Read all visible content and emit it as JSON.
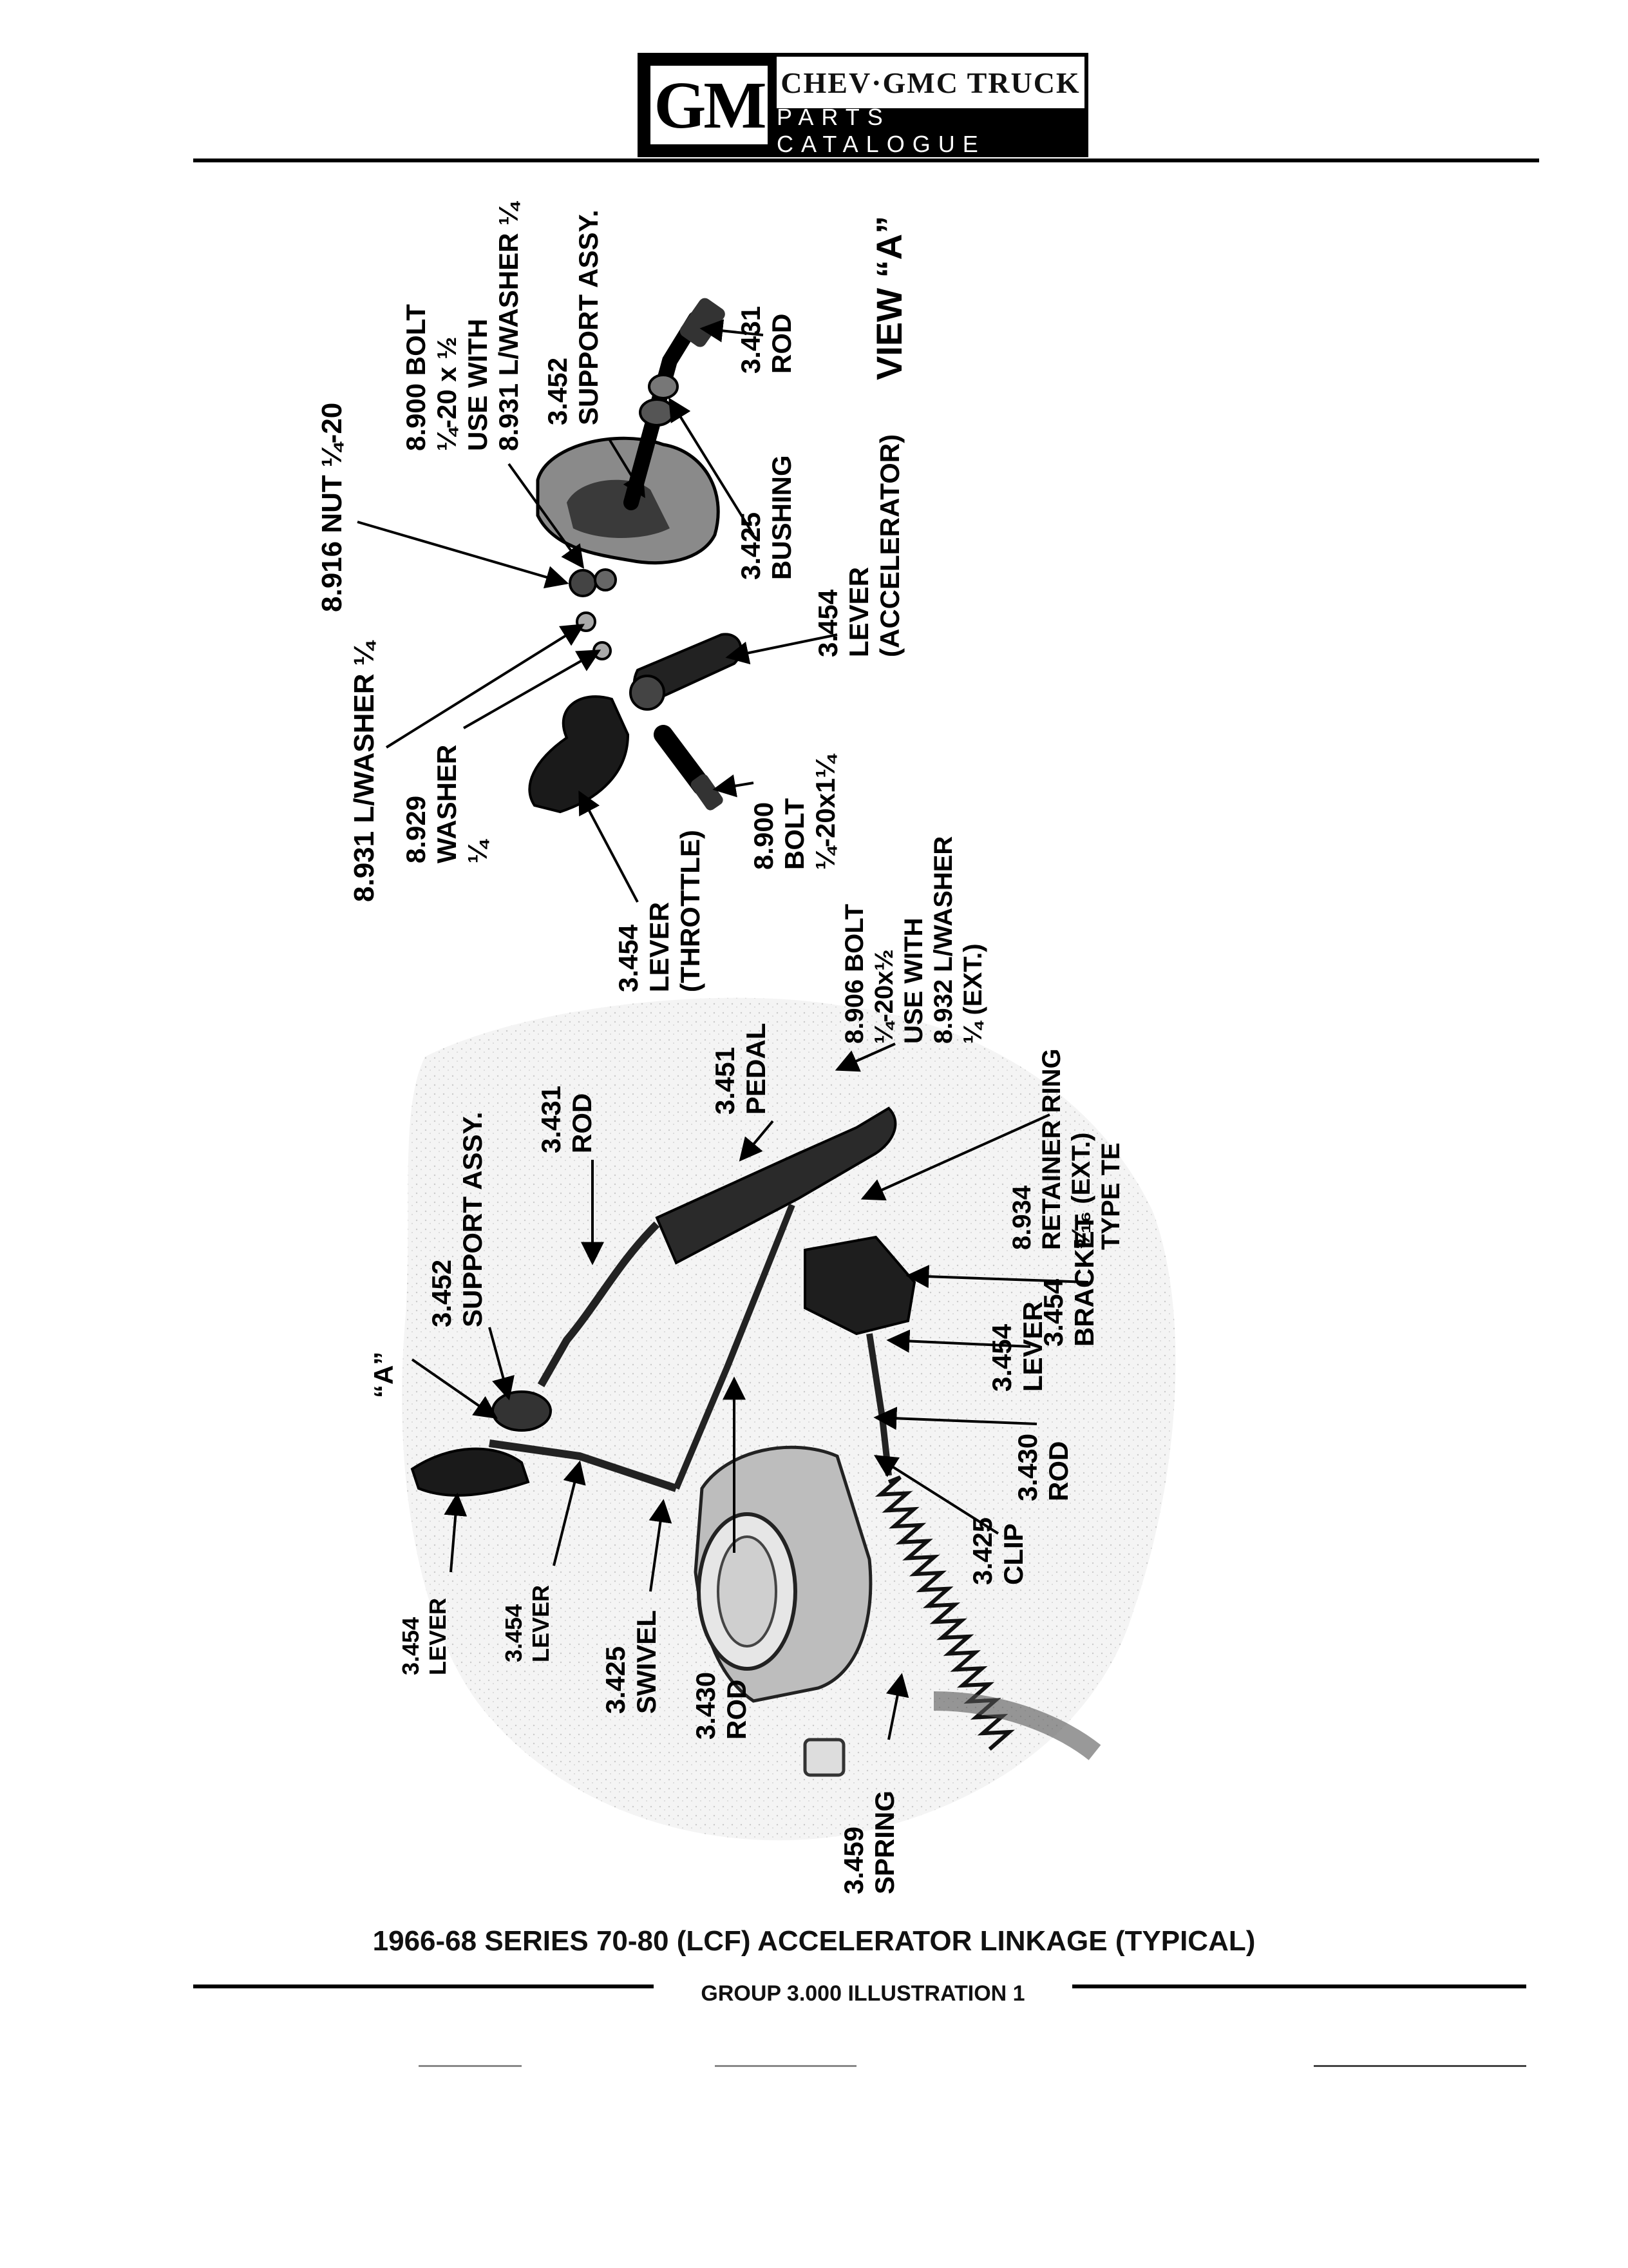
{
  "header": {
    "logo": "GM",
    "title": "CHEV·GMC TRUCK",
    "subtitle": "PARTS CATALOGUE"
  },
  "view_a": {
    "title": "VIEW “A”",
    "callouts": [
      {
        "id": "nut-8916",
        "lines": [
          "8.916 NUT ¼-20"
        ]
      },
      {
        "id": "bolt-8900-top",
        "lines": [
          "8.900 BOLT",
          "¼-20 x ½",
          "USE WITH",
          "8.931 L/WASHER ¼"
        ]
      },
      {
        "id": "support-3452-top",
        "lines": [
          "3.452",
          "SUPPORT ASSY."
        ]
      },
      {
        "id": "rod-3431-top",
        "lines": [
          "3.431",
          "ROD"
        ]
      },
      {
        "id": "bushing-3425",
        "lines": [
          "3.425",
          "BUSHING"
        ]
      },
      {
        "id": "lever-accel",
        "lines": [
          "3.454",
          "LEVER",
          "(ACCELERATOR)"
        ]
      },
      {
        "id": "lwasher-8931",
        "lines": [
          "8.931 L/WASHER ¼"
        ]
      },
      {
        "id": "washer-8929",
        "lines": [
          "8.929",
          "WASHER",
          "¼"
        ]
      },
      {
        "id": "bolt-8900-lower",
        "lines": [
          "8.900",
          "BOLT",
          "¼-20x1¼"
        ]
      },
      {
        "id": "lever-throttle",
        "lines": [
          "3.454",
          "LEVER",
          "(THROTTLE)"
        ]
      }
    ]
  },
  "main_view": {
    "callouts": [
      {
        "id": "bolt-8906",
        "lines": [
          "8.906 BOLT",
          "¼-20x½",
          "USE WITH",
          "8.932 L/WASHER",
          "¼ (EXT.)"
        ]
      },
      {
        "id": "pedal-3451",
        "lines": [
          "3.451",
          "PEDAL"
        ]
      },
      {
        "id": "rod-3431",
        "lines": [
          "3.431",
          "ROD"
        ]
      },
      {
        "id": "support-3452",
        "lines": [
          "3.452",
          "SUPPORT ASSY."
        ]
      },
      {
        "id": "view-ref-a",
        "lines": [
          "“A”"
        ]
      },
      {
        "id": "ring-8934",
        "lines": [
          "8.934",
          "RETAINER RING",
          "⁵⁄₁₆ (EXT.)",
          "TYPE TE"
        ]
      },
      {
        "id": "bracket-3454",
        "lines": [
          "3.454",
          "BRACKET"
        ]
      },
      {
        "id": "lever-3454-right",
        "lines": [
          "3.454",
          "LEVER"
        ]
      },
      {
        "id": "rod-3430-right",
        "lines": [
          "3.430",
          "ROD"
        ]
      },
      {
        "id": "clip-3425",
        "lines": [
          "3.425",
          "CLIP"
        ]
      },
      {
        "id": "lever-3454-a",
        "lines": [
          "3.454",
          "LEVER"
        ]
      },
      {
        "id": "lever-3454-b",
        "lines": [
          "3.454",
          "LEVER"
        ]
      },
      {
        "id": "swivel-3425",
        "lines": [
          "3.425",
          "SWIVEL"
        ]
      },
      {
        "id": "rod-3430",
        "lines": [
          "3.430",
          "ROD"
        ]
      },
      {
        "id": "spring-3459",
        "lines": [
          "3.459",
          "SPRING"
        ]
      }
    ]
  },
  "footer": {
    "caption": "1966-68 SERIES 70-80 (LCF) ACCELERATOR LINKAGE (TYPICAL)",
    "group": "GROUP 3.000 ILLUSTRATION 1"
  }
}
